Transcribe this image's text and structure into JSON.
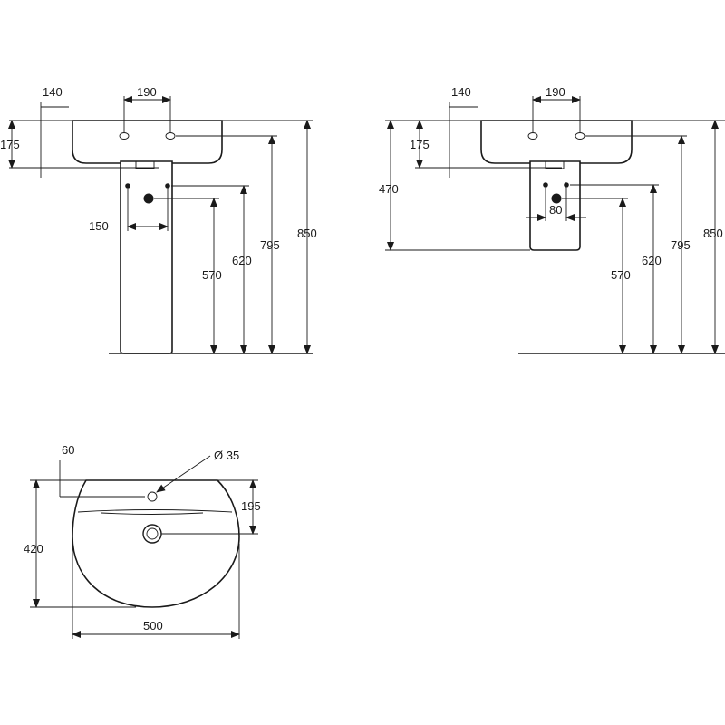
{
  "front_view": {
    "dim_tap_offset": "140",
    "dim_tap_spacing": "190",
    "dim_basin_height": "175",
    "dim_pipe_spacing": "150",
    "dim_waste_height": "570",
    "dim_supply_height": "620",
    "dim_tap_height": "795",
    "dim_rim_height": "850"
  },
  "semi_view": {
    "dim_tap_offset": "140",
    "dim_tap_spacing": "190",
    "dim_basin_height": "175",
    "dim_semi_height": "470",
    "dim_pipe_spacing": "80",
    "dim_waste_height": "570",
    "dim_supply_height": "620",
    "dim_tap_height": "795",
    "dim_rim_height": "850"
  },
  "plan_view": {
    "dim_tap_offset": "60",
    "dim_tap_diameter": "Ø 35",
    "dim_waste_offset": "195",
    "dim_depth": "420",
    "dim_width": "500"
  }
}
